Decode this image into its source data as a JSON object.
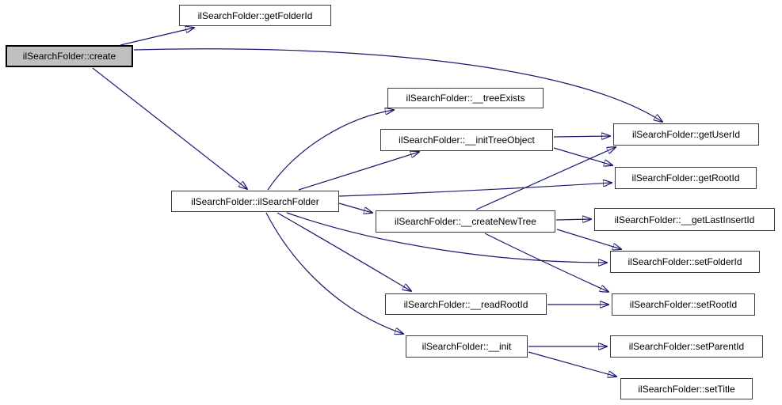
{
  "graph": {
    "type": "call-graph",
    "root_function": "ilSearchFolder::create",
    "colors": {
      "edge": "#191970",
      "node_fill": "#ffffff",
      "node_border": "#3b3b3b",
      "highlight_fill": "#bfbfbf",
      "highlight_border": "#000000",
      "background": "#ffffff"
    },
    "nodes": [
      {
        "id": "create",
        "label": "ilSearchFolder::create",
        "highlighted": true
      },
      {
        "id": "getFolderId",
        "label": "ilSearchFolder::getFolderId"
      },
      {
        "id": "treeExists",
        "label": "ilSearchFolder::__treeExists"
      },
      {
        "id": "initTreeObject",
        "label": "ilSearchFolder::__initTreeObject"
      },
      {
        "id": "getUserId",
        "label": "ilSearchFolder::getUserId"
      },
      {
        "id": "getRootId",
        "label": "ilSearchFolder::getRootId"
      },
      {
        "id": "ilSearchFolder",
        "label": "ilSearchFolder::ilSearchFolder"
      },
      {
        "id": "createNewTree",
        "label": "ilSearchFolder::__createNewTree"
      },
      {
        "id": "getLastInsertId",
        "label": "ilSearchFolder::__getLastInsertId"
      },
      {
        "id": "setFolderId",
        "label": "ilSearchFolder::setFolderId"
      },
      {
        "id": "readRootId",
        "label": "ilSearchFolder::__readRootId"
      },
      {
        "id": "setRootId",
        "label": "ilSearchFolder::setRootId"
      },
      {
        "id": "init",
        "label": "ilSearchFolder::__init"
      },
      {
        "id": "setParentId",
        "label": "ilSearchFolder::setParentId"
      },
      {
        "id": "setTitle",
        "label": "ilSearchFolder::setTitle"
      }
    ],
    "edges": [
      {
        "from": "create",
        "to": "getFolderId"
      },
      {
        "from": "create",
        "to": "getUserId"
      },
      {
        "from": "create",
        "to": "ilSearchFolder"
      },
      {
        "from": "ilSearchFolder",
        "to": "treeExists"
      },
      {
        "from": "ilSearchFolder",
        "to": "initTreeObject"
      },
      {
        "from": "ilSearchFolder",
        "to": "getRootId"
      },
      {
        "from": "ilSearchFolder",
        "to": "createNewTree"
      },
      {
        "from": "ilSearchFolder",
        "to": "setFolderId"
      },
      {
        "from": "ilSearchFolder",
        "to": "readRootId"
      },
      {
        "from": "ilSearchFolder",
        "to": "init"
      },
      {
        "from": "initTreeObject",
        "to": "getUserId"
      },
      {
        "from": "initTreeObject",
        "to": "getRootId"
      },
      {
        "from": "createNewTree",
        "to": "getUserId"
      },
      {
        "from": "createNewTree",
        "to": "getLastInsertId"
      },
      {
        "from": "createNewTree",
        "to": "setFolderId"
      },
      {
        "from": "createNewTree",
        "to": "setRootId"
      },
      {
        "from": "readRootId",
        "to": "setRootId"
      },
      {
        "from": "init",
        "to": "setParentId"
      },
      {
        "from": "init",
        "to": "setTitle"
      }
    ]
  }
}
